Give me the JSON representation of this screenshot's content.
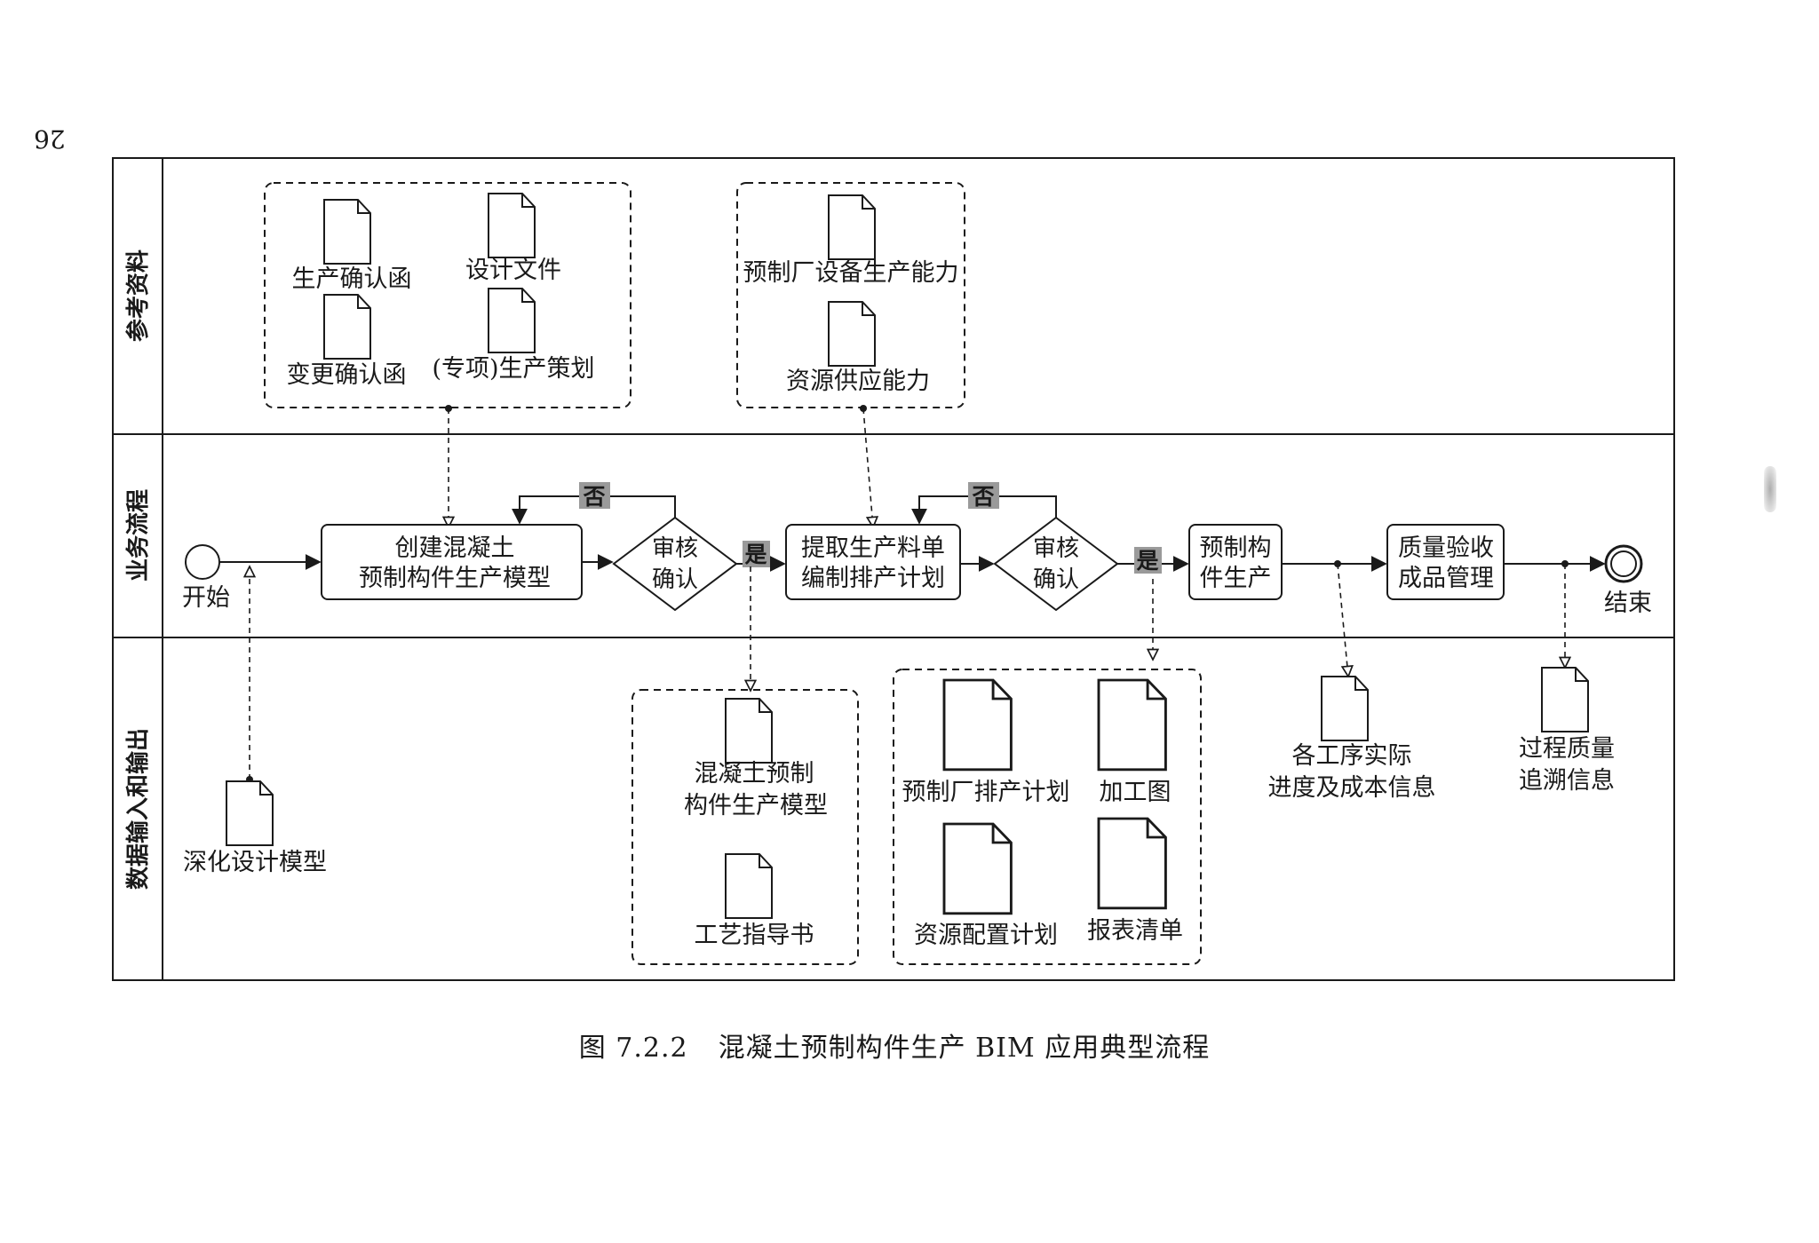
{
  "page_number": "26",
  "lanes": {
    "reference": "参考资料",
    "process": "业务流程",
    "data": "数据输入和输出"
  },
  "reference_docs": {
    "group1": [
      "生产确认函",
      "设计文件",
      "变更确认函",
      "(专项)生产策划"
    ],
    "group2": [
      "预制厂设备生产能力",
      "资源供应能力"
    ]
  },
  "process": {
    "start": "开始",
    "end": "结束",
    "task1": [
      "创建混凝土",
      "预制构件生产模型"
    ],
    "review": [
      "审核",
      "确认"
    ],
    "task2": [
      "提取生产料单",
      "编制排产计划"
    ],
    "task3": [
      "预制构",
      "件生产"
    ],
    "task4": [
      "质量验收",
      "成品管理"
    ],
    "yes": "是",
    "no": "否"
  },
  "data_docs": {
    "input": "深化设计模型",
    "group1": [
      [
        "混凝土预制",
        "构件生产模型"
      ],
      [
        "工艺指导书"
      ]
    ],
    "group2": [
      "预制厂排产计划",
      "加工图",
      "资源配置计划",
      "报表清单"
    ],
    "progress": [
      "各工序实际",
      "进度及成本信息"
    ],
    "quality": [
      "过程质量",
      "追溯信息"
    ]
  },
  "caption": {
    "number": "图 7.2.2",
    "title": "混凝土预制构件生产 BIM 应用典型流程"
  }
}
